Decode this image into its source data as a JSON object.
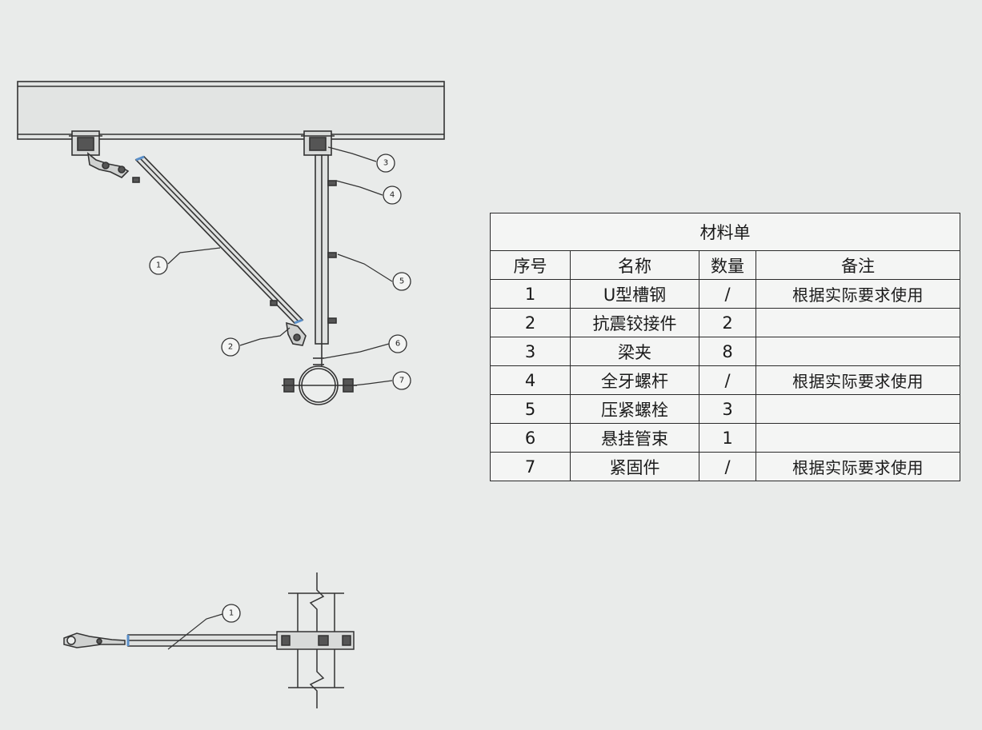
{
  "callouts": [
    "1",
    "2",
    "3",
    "4",
    "5",
    "6",
    "7"
  ],
  "plan_callout": "1",
  "bom": {
    "title": "材料单",
    "headers": [
      "序号",
      "名称",
      "数量",
      "备注"
    ],
    "rows": [
      [
        "1",
        "U型槽钢",
        "/",
        "根据实际要求使用"
      ],
      [
        "2",
        "抗震铰接件",
        "2",
        ""
      ],
      [
        "3",
        "梁夹",
        "8",
        ""
      ],
      [
        "4",
        "全牙螺杆",
        "/",
        "根据实际要求使用"
      ],
      [
        "5",
        "压紧螺栓",
        "3",
        ""
      ],
      [
        "6",
        "悬挂管束",
        "1",
        ""
      ],
      [
        "7",
        "紧固件",
        "/",
        "根据实际要求使用"
      ]
    ]
  }
}
